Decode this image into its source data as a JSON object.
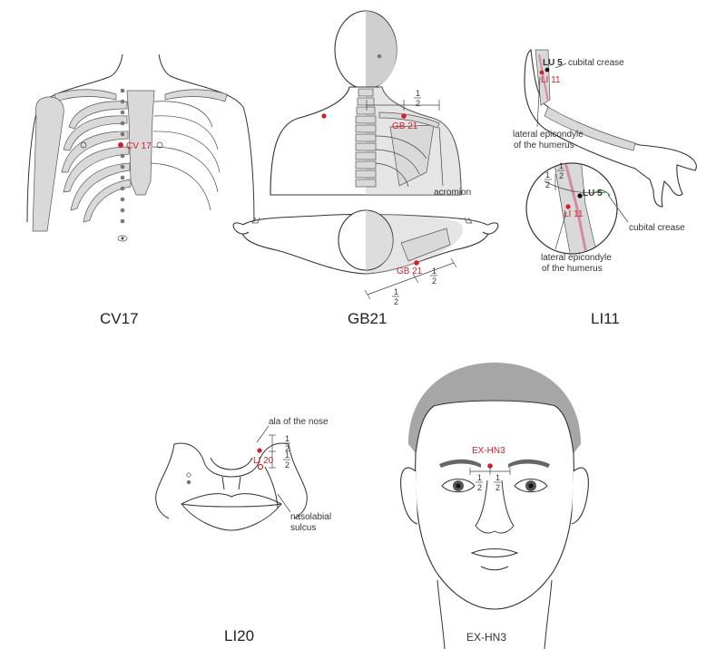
{
  "panels": {
    "cv17": {
      "title": "CV17",
      "point_label": "CV 17"
    },
    "gb21": {
      "title": "GB21",
      "point_label_back": "GB 21",
      "point_label_top": "GB 21",
      "acromion": "acromion",
      "frac_num": "1",
      "frac_den": "2"
    },
    "li11": {
      "title": "LI11",
      "lu5": "LU 5",
      "li11": "LI 11",
      "cubital_crease": "cubital crease",
      "lat_epi_1": "lateral epicondyle",
      "lat_epi_2": "of the humerus",
      "frac_num": "1",
      "frac_den": "2"
    },
    "li20": {
      "title": "LI20",
      "point_label": "LI 20",
      "ala": "ala of the nose",
      "naso_1": "nasolabial",
      "naso_2": "sulcus",
      "frac_num": "1",
      "frac_den": "2"
    },
    "exhn3": {
      "title": "EX-HN3",
      "point_label": "EX-HN3",
      "frac_num": "1",
      "frac_den": "2"
    }
  },
  "colors": {
    "point_red": "#d0202a",
    "bone_gray": "#d9d9d9",
    "hair_gray": "#a6a6a6",
    "crease_green": "#3a9a4a"
  }
}
